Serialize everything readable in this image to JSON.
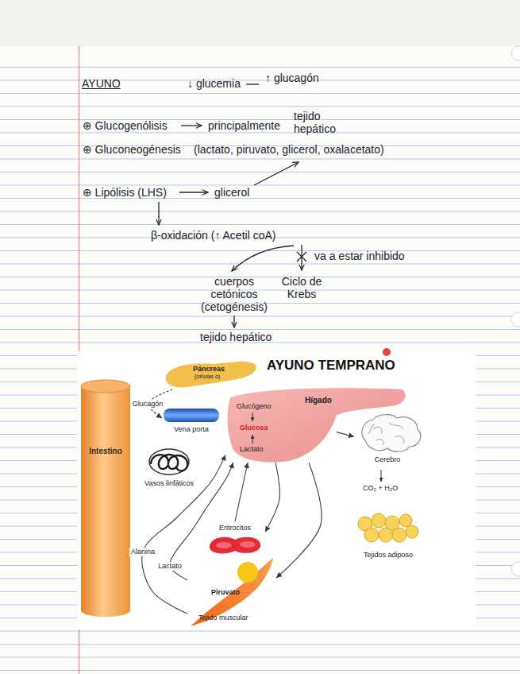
{
  "diagram": {
    "title": "AYUNO",
    "nodes": [
      {
        "text": [
          "Páncreas",
          "(células α)"
        ]
      },
      {
        "text": [
          "Intestino"
        ]
      },
      {
        "text": [
          "Glucógeno",
          "Hígado",
          "Glucosa",
          "Lactato"
        ]
      },
      {
        "text": [
          "Vena porta"
        ]
      },
      {
        "text": [
          "Cerebro"
        ]
      },
      {
        "text": [
          "Vasos linfáticos"
        ]
      },
      {
        "text": [
          "Eritrocitos"
        ]
      },
      {
        "text": [
          "Tejidos adiposo"
        ]
      },
      {
        "text": [
          "Piruvato",
          "Tejido muscular"
        ]
      }
    ],
    "edges": [
      {
        "from": 0,
        "to": 3,
        "label": "Glucagón",
        "arrow": "to"
      },
      {
        "from": 2,
        "to": 4,
        "arrow": "to"
      },
      {
        "from": 2,
        "to": 6,
        "arrow": "to"
      },
      {
        "from": 2,
        "to": 8,
        "arrow": "to"
      },
      {
        "from": 8,
        "to": 2,
        "label": "Lactato",
        "arrow": "to"
      },
      {
        "from": 6,
        "to": 2,
        "arrow": "to"
      },
      {
        "from": 8,
        "to": 2,
        "label": "Alanina",
        "arrow": "to"
      }
    ],
    "labels": [
      "↓ glucemia",
      "↑ glucagón",
      "⊕ Glucogenólisis",
      "principalmente",
      "tejido hepático",
      "⊕ Gluconeogénesis",
      "(lactato, piruvato, glicerol, oxalacetato)",
      "⊕ Lipólisis (LHS)",
      "glicerol",
      "β-oxidación (↑ Acetil coA)",
      "va a estar inhibido",
      "cuerpos cetónicos (cetogénesis)",
      "Ciclo de Krebs",
      "tejido hepático",
      "AYUNO TEMPRANO",
      "CO₂ + H₂O"
    ]
  }
}
